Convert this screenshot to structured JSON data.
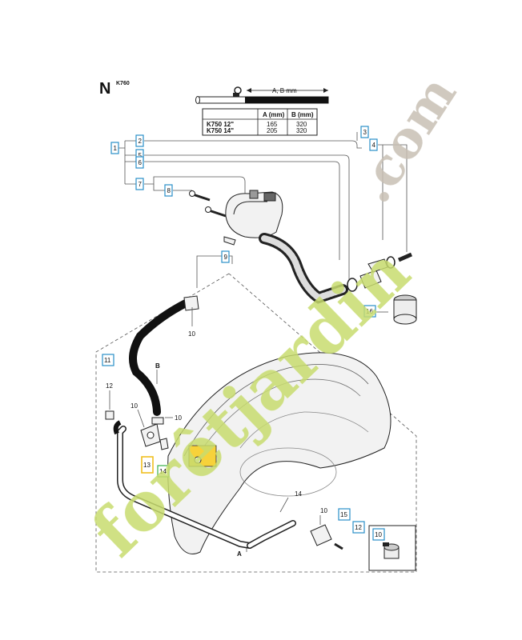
{
  "section_letter": "N",
  "model": "K760",
  "spec": {
    "dimension_label": "A, B mm",
    "table": {
      "headers": [
        "",
        "A (mm)",
        "B (mm)"
      ],
      "rows": [
        [
          "K750 12\"",
          "165",
          "320"
        ],
        [
          "K750 14\"",
          "205",
          "320"
        ]
      ]
    }
  },
  "callouts": {
    "c1": "1",
    "c2": "2",
    "c3": "3",
    "c4": "4",
    "c5": "5",
    "c6": "6",
    "c7": "7",
    "c8": "8",
    "c9": "9",
    "c11": "11",
    "c12": "12",
    "c13": "13",
    "c14": "14",
    "c15": "15",
    "c16": "16",
    "c10": "10"
  },
  "plain_labels": {
    "t10a": "10",
    "tB": "B",
    "t12": "12",
    "t10b": "10",
    "t10c": "10",
    "t14a": "14",
    "t10d": "10",
    "tA": "A"
  },
  "watermark": {
    "line1": "forêtjardin",
    "line2": ".com",
    "color": "#c8dc6e",
    "color2": "#c8c0b4"
  },
  "colors": {
    "callout_border_blue": "#2a8fc8",
    "callout_border_green": "#3ab04a",
    "callout_border_yellow": "#f0c020",
    "highlight_yellow": "#f7d23a"
  }
}
